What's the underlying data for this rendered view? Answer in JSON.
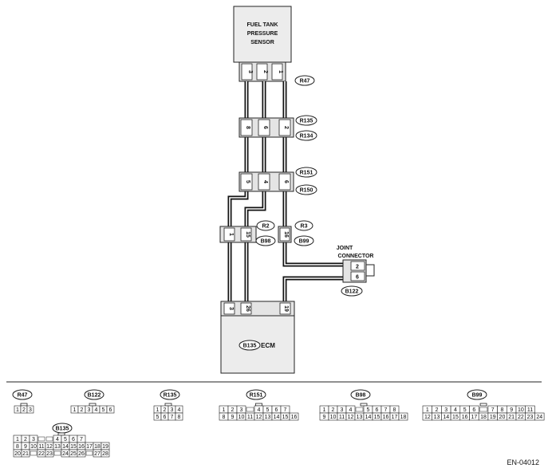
{
  "sensor": {
    "line1": "FUEL TANK",
    "line2": "PRESSURE",
    "line3": "SENSOR",
    "pins": [
      "3",
      "2",
      "1"
    ],
    "connector": "R47"
  },
  "conn_r135_r134": {
    "pins": [
      "8",
      "6",
      "2"
    ],
    "tag_top": "R135",
    "tag_bottom": "R134"
  },
  "conn_r151_r150": {
    "pins": [
      "5",
      "4",
      "6"
    ],
    "tag_top": "R151",
    "tag_bottom": "R150"
  },
  "conn_r2_b98": {
    "pins": [
      "1",
      "15"
    ],
    "tag_top": "R2",
    "tag_bottom": "B98"
  },
  "conn_r3_b99": {
    "pins": [
      "16"
    ],
    "tag_top": "R3",
    "tag_bottom": "B99"
  },
  "joint": {
    "line1": "JOINT",
    "line2": "CONNECTOR",
    "pins": [
      "2",
      "6"
    ],
    "tag": "B122"
  },
  "ecm": {
    "pins": [
      "3",
      "26",
      "19"
    ],
    "tag": "B135",
    "label": "ECM"
  },
  "legend": {
    "r47": {
      "tag": "R47",
      "rows": [
        [
          "1",
          "2",
          "3"
        ]
      ]
    },
    "b122": {
      "tag": "B122",
      "rows": [
        [
          "1",
          "2",
          "3",
          "4",
          "5",
          "6"
        ]
      ]
    },
    "r135": {
      "tag": "R135",
      "rows": [
        [
          "1",
          "2",
          "3",
          "4"
        ],
        [
          "5",
          "6",
          "7",
          "8"
        ]
      ]
    },
    "r151": {
      "tag": "R151",
      "rows": [
        [
          "1",
          "2",
          "3",
          "",
          "4",
          "5",
          "6",
          "7"
        ],
        [
          "8",
          "9",
          "10",
          "11",
          "12",
          "13",
          "14",
          "15",
          "16"
        ]
      ]
    },
    "b98": {
      "tag": "B98",
      "rows": [
        [
          "1",
          "2",
          "3",
          "4",
          "",
          "5",
          "6",
          "7",
          "8"
        ],
        [
          "9",
          "10",
          "11",
          "12",
          "13",
          "14",
          "15",
          "16",
          "17",
          "18"
        ]
      ]
    },
    "b99": {
      "tag": "B99",
      "rows": [
        [
          "1",
          "2",
          "3",
          "4",
          "5",
          "6",
          "",
          "7",
          "8",
          "9",
          "10",
          "11"
        ],
        [
          "12",
          "13",
          "14",
          "15",
          "16",
          "17",
          "18",
          "19",
          "20",
          "21",
          "22",
          "23",
          "24"
        ]
      ]
    },
    "b135": {
      "tag": "B135",
      "rows": [
        [
          "1",
          "2",
          "3",
          "",
          "",
          "4",
          "5",
          "6",
          "7"
        ],
        [
          "8",
          "9",
          "10",
          "11",
          "12",
          "13",
          "14",
          "15",
          "16",
          "17",
          "18",
          "19"
        ],
        [
          "20",
          "21",
          "",
          "22",
          "23",
          "",
          "24",
          "25",
          "26",
          "",
          "27",
          "28"
        ]
      ]
    }
  },
  "figure_code": "EN-04012"
}
